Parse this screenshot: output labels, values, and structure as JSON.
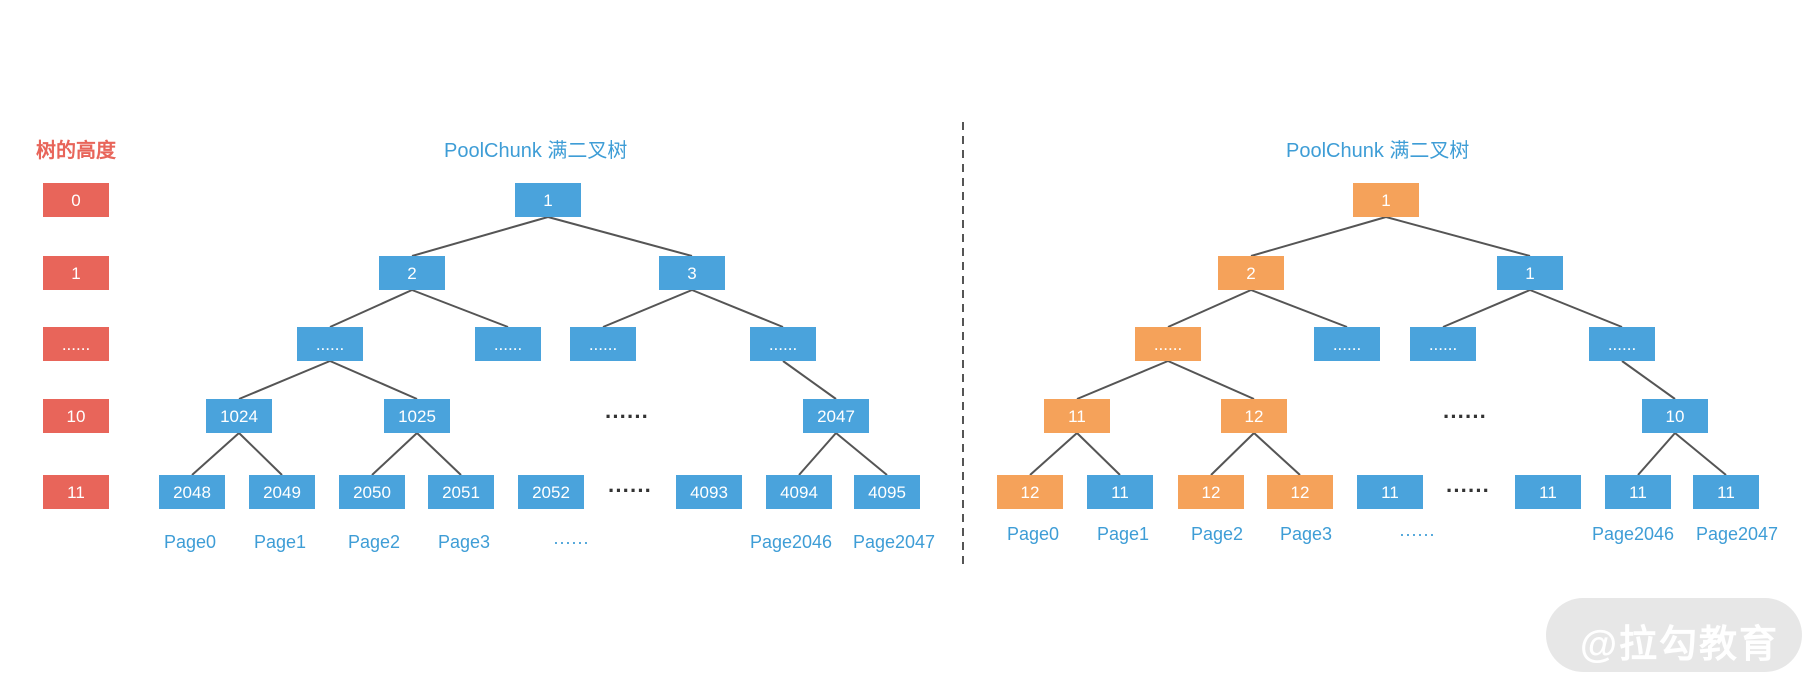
{
  "height_axis": {
    "title": "树的高度",
    "levels": [
      "0",
      "1",
      "......",
      "10",
      "11"
    ]
  },
  "left_tree": {
    "title": "PoolChunk 满二叉树",
    "nodes": {
      "root": "1",
      "l1_left": "2",
      "l1_right": "3",
      "l2_a": "......",
      "l2_b": "......",
      "l2_c": "......",
      "l2_d": "......",
      "l3_a": "1024",
      "l3_b": "1025",
      "l3_c": "2047",
      "l4_a": "2048",
      "l4_b": "2049",
      "l4_c": "2050",
      "l4_d": "2051",
      "l4_e": "2052",
      "l4_f": "4093",
      "l4_g": "4094",
      "l4_h": "4095"
    },
    "ellipsis_mid": "······",
    "ellipsis_leaf": "······",
    "pages": [
      "Page0",
      "Page1",
      "Page2",
      "Page3",
      "······",
      "Page2046",
      "Page2047"
    ]
  },
  "right_tree": {
    "title": "PoolChunk 满二叉树",
    "nodes": {
      "root": "1",
      "l1_left": "2",
      "l1_right": "1",
      "l2_a": "......",
      "l2_b": "......",
      "l2_c": "......",
      "l2_d": "......",
      "l3_a": "11",
      "l3_b": "12",
      "l3_c": "10",
      "l4_a": "12",
      "l4_b": "11",
      "l4_c": "12",
      "l4_d": "12",
      "l4_e": "11",
      "l4_f": "11",
      "l4_g": "11",
      "l4_h": "11"
    },
    "ellipsis_mid": "······",
    "ellipsis_leaf": "······",
    "pages": [
      "Page0",
      "Page1",
      "Page2",
      "Page3",
      "······",
      "Page2046",
      "Page2047"
    ]
  },
  "colors": {
    "blue": "#4aa3dc",
    "orange": "#f5a25a",
    "red": "#e8655a",
    "line": "#555555",
    "label_blue": "#3e9dd6"
  },
  "watermark": "@拉勾教育"
}
